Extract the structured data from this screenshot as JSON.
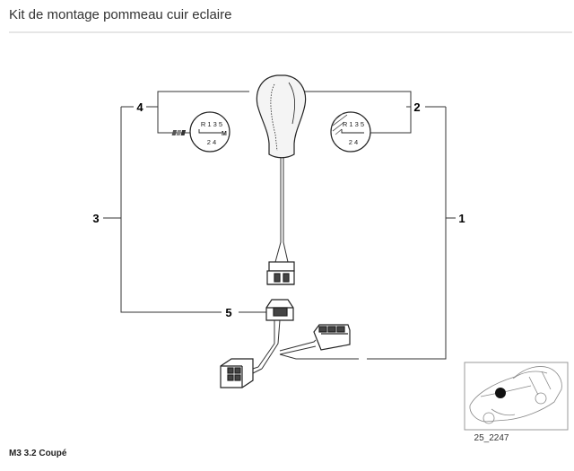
{
  "page": {
    "title": "Kit de montage pommeau cuir eclaire",
    "footer_model": "M3 3.2 Coupé"
  },
  "diagram": {
    "callouts": [
      "1",
      "2",
      "3",
      "4",
      "5"
    ],
    "left_plate": {
      "top": "R 1 3 5",
      "bottom": "2 4"
    },
    "right_plate": {
      "top": "R 1 3 5",
      "bottom": "2 4"
    },
    "inset_ref": "25_2247"
  },
  "colors": {
    "line": "#333333",
    "text": "#222222",
    "rule": "#e6e6e6"
  }
}
